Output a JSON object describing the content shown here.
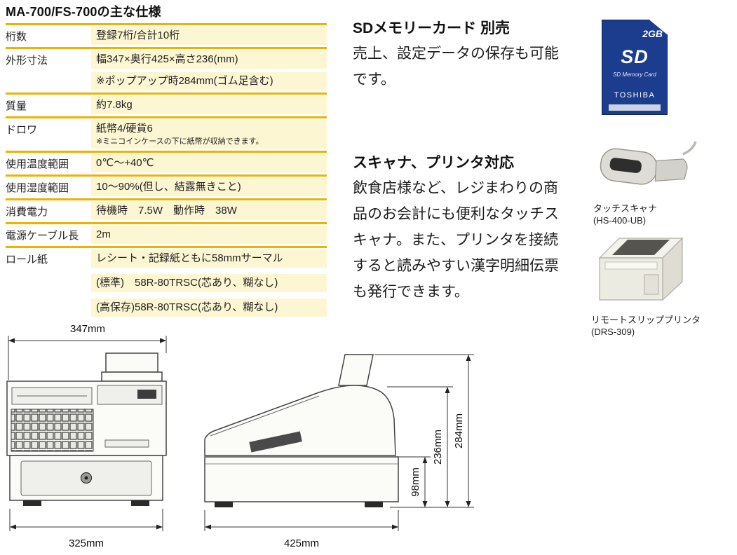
{
  "title": "MA-700/FS-700の主な仕様",
  "spec_table": {
    "rows": [
      {
        "label": "桁数",
        "lines": [
          "登録7桁/合計10桁"
        ]
      },
      {
        "label": "外形寸法",
        "lines": [
          "幅347×奥行425×高さ236(mm)",
          "※ポップアップ時284mm(ゴム足含む)"
        ]
      },
      {
        "label": "質量",
        "lines": [
          "約7.8kg"
        ]
      },
      {
        "label": "ドロワ",
        "lines": [
          "紙幣4/硬貨6",
          "※ミニコインケースの下に紙幣が収納できます。"
        ]
      },
      {
        "label": "使用温度範囲",
        "lines": [
          "0℃～+40℃"
        ]
      },
      {
        "label": "使用湿度範囲",
        "lines": [
          "10～90%(但し、結露無きこと)"
        ]
      },
      {
        "label": "消費電力",
        "lines": [
          "待機時　7.5W　動作時　38W"
        ]
      },
      {
        "label": "電源ケーブル長",
        "lines": [
          "2m"
        ]
      },
      {
        "label": "ロール紙",
        "lines": [
          "レシート・記録紙ともに58mmサーマル",
          "(標準)　58R-80TRSC(芯あり、糊なし)",
          "(高保存)58R-80TRSC(芯あり、糊なし)"
        ]
      }
    ]
  },
  "sd_section": {
    "heading": "SDメモリーカード 別売",
    "body": "売上、設定データの保存も可能です。"
  },
  "sd_card": {
    "capacity": "2GB",
    "logo": "SD",
    "label": "SD Memory Card",
    "brand": "TOSHIBA"
  },
  "scanner_section": {
    "heading": "スキャナ、プリンタ対応",
    "body": "飲食店様など、レジまわりの商品のお会計にも便利なタッチスキャナ。また、プリンタを接続すると読みやすい漢字明細伝票も発行できます。",
    "scanner_caption_line1": "タッチスキャナ",
    "scanner_caption_line2": "(HS-400-UB)",
    "printer_caption_line1": "リモートスリッププリンタ",
    "printer_caption_line2": "(DRS-309)"
  },
  "drawings": {
    "front_width": "347mm",
    "front_base_width": "325mm",
    "side_depth": "425mm",
    "drawer_height": "98mm",
    "body_height": "236mm",
    "popup_height": "284mm"
  },
  "colors": {
    "rule_gold": "#eeb200",
    "cell_cream": "#fdf6d2",
    "sd_blue": "#1c3c8e"
  }
}
